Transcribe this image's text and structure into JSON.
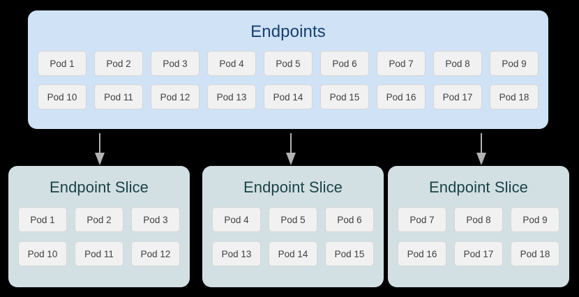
{
  "diagram": {
    "background_color": "#000000",
    "endpoints": {
      "title": "Endpoints",
      "box_color": "#cfe2f6",
      "title_color": "#18406e",
      "rows": [
        [
          "Pod 1",
          "Pod 2",
          "Pod 3",
          "Pod 4",
          "Pod 5",
          "Pod 6",
          "Pod 7",
          "Pod 8",
          "Pod 9"
        ],
        [
          "Pod 10",
          "Pod 11",
          "Pod 12",
          "Pod 13",
          "Pod 14",
          "Pod 15",
          "Pod 16",
          "Pod 17",
          "Pod 18"
        ]
      ]
    },
    "arrows": {
      "color": "#b3b3b3",
      "count": 3,
      "direction": "down"
    },
    "slices": [
      {
        "title": "Endpoint Slice",
        "box_color": "#d2e0e4",
        "title_color": "#1c4247",
        "rows": [
          [
            "Pod 1",
            "Pod 2",
            "Pod 3"
          ],
          [
            "Pod 10",
            "Pod 11",
            "Pod 12"
          ]
        ]
      },
      {
        "title": "Endpoint Slice",
        "box_color": "#d2e0e4",
        "title_color": "#1c4247",
        "rows": [
          [
            "Pod 4",
            "Pod 5",
            "Pod 6"
          ],
          [
            "Pod 13",
            "Pod 14",
            "Pod 15"
          ]
        ]
      },
      {
        "title": "Endpoint Slice",
        "box_color": "#d2e0e4",
        "title_color": "#1c4247",
        "rows": [
          [
            "Pod 7",
            "Pod 8",
            "Pod 9"
          ],
          [
            "Pod 16",
            "Pod 17",
            "Pod 18"
          ]
        ]
      }
    ],
    "chip_style": {
      "fill": "#f1f1f1",
      "border": "#d6d6d6",
      "text_color": "#404040"
    }
  }
}
